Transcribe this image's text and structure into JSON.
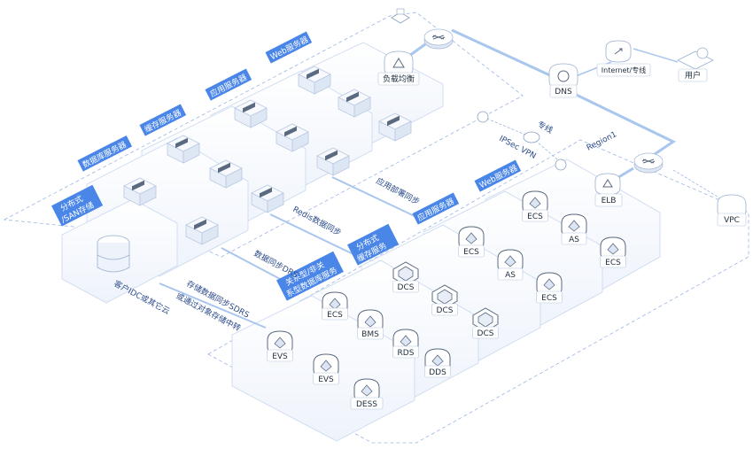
{
  "colors": {
    "accent": "#4a86e8",
    "link": "#a9c6ee",
    "dashed": "#9ab6e4",
    "platform_stroke": "#c9d8ef"
  },
  "nodes": {
    "lb": "负载均衡",
    "dns": "DNS",
    "internet": "Internet/专线",
    "user": "用户",
    "region": "Region1",
    "elb": "ELB",
    "vpc": "VPC",
    "storage_idc": "客户IDC或其它云"
  },
  "links": {
    "dedicated": "专线",
    "ipsec": "IPSec VPN",
    "app_sync": "应用部署同步",
    "redis_sync": "Redis数据同步",
    "db_sync": "数据同步DRS",
    "storage_sync1": "存储数据同步SDRS",
    "storage_sync2": "或通过对象存储中转"
  },
  "tiers": {
    "web_left": "Web服务器",
    "app_left": "应用服务器",
    "cache_left": "缓存服务器",
    "db_left": "数据库服务器",
    "storage_left1": "分布式",
    "storage_left2": "/SAN存储",
    "web_right": "Web服务器",
    "app_right": "应用服务器",
    "cache_right1": "分布式",
    "cache_right2": "缓存服务",
    "db_right1": "关系型/非关",
    "db_right2": "系型数据库服务"
  },
  "services": {
    "web": [
      "ECS",
      "AS",
      "ECS"
    ],
    "app": [
      "ECS",
      "AS",
      "ECS"
    ],
    "cache": [
      "DCS",
      "DCS",
      "DCS"
    ],
    "db": [
      "ECS",
      "BMS",
      "RDS",
      "DDS"
    ],
    "storage": [
      "EVS",
      "EVS",
      "DESS"
    ]
  }
}
